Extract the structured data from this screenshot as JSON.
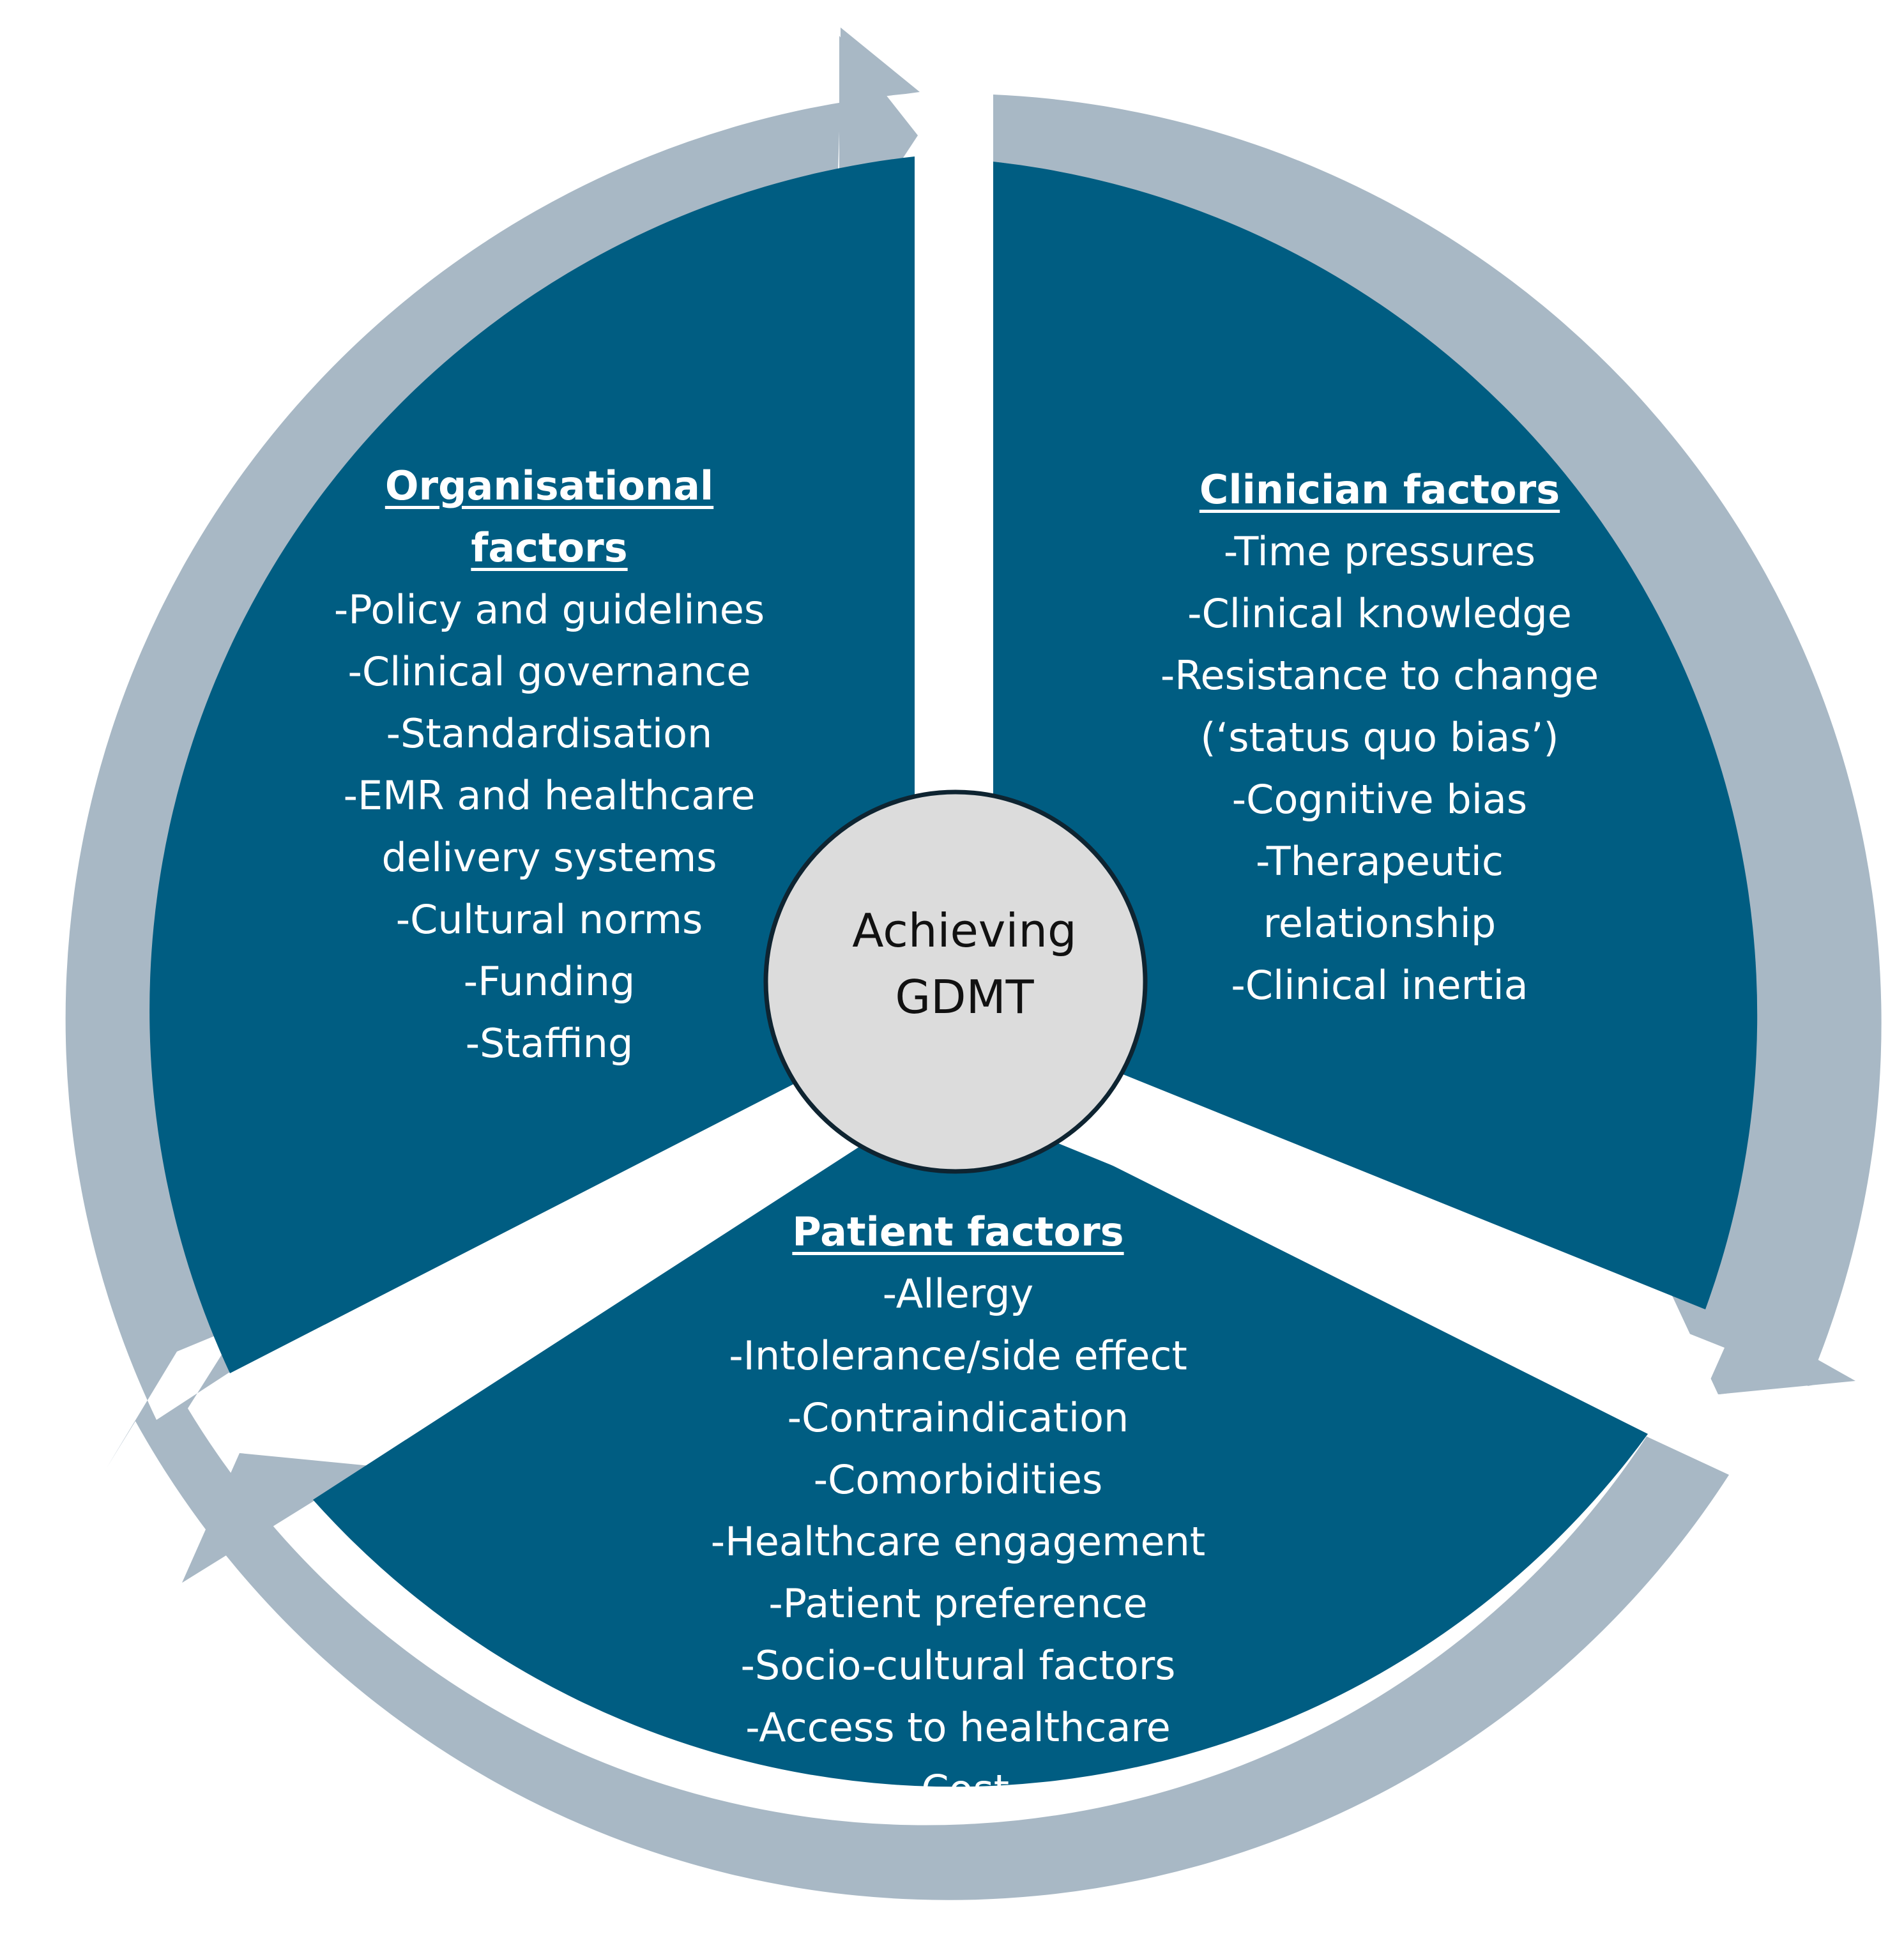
{
  "colors": {
    "sector": "#005d82",
    "arrow": "#a8b8c5",
    "hub_fill": "#dcdcdc",
    "hub_stroke": "#0e2431",
    "text": "#ffffff",
    "hub_text": "#111111"
  },
  "hub": {
    "line1": "Achieving",
    "line2": "GDMT"
  },
  "organisational": {
    "heading_line1": "Organisational",
    "heading_line2": "factors",
    "items": [
      "-Policy and guidelines",
      "-Clinical governance",
      "-Standardisation",
      "-EMR and healthcare",
      "delivery systems",
      "-Cultural norms",
      "-Funding",
      "-Staffing"
    ]
  },
  "clinician": {
    "heading": "Clinician factors",
    "items": [
      "-Time pressures",
      "-Clinical knowledge",
      "-Resistance to change",
      "(‘status quo bias’)",
      "-Cognitive bias",
      "-Therapeutic",
      "relationship",
      "-Clinical inertia"
    ]
  },
  "patient": {
    "heading": "Patient factors",
    "items": [
      "-Allergy",
      "-Intolerance/side effect",
      "-Contraindication",
      "-Comorbidities",
      "-Healthcare engagement",
      "-Patient preference",
      "-Socio-cultural factors",
      "-Access to healthcare",
      "-Cost"
    ]
  }
}
